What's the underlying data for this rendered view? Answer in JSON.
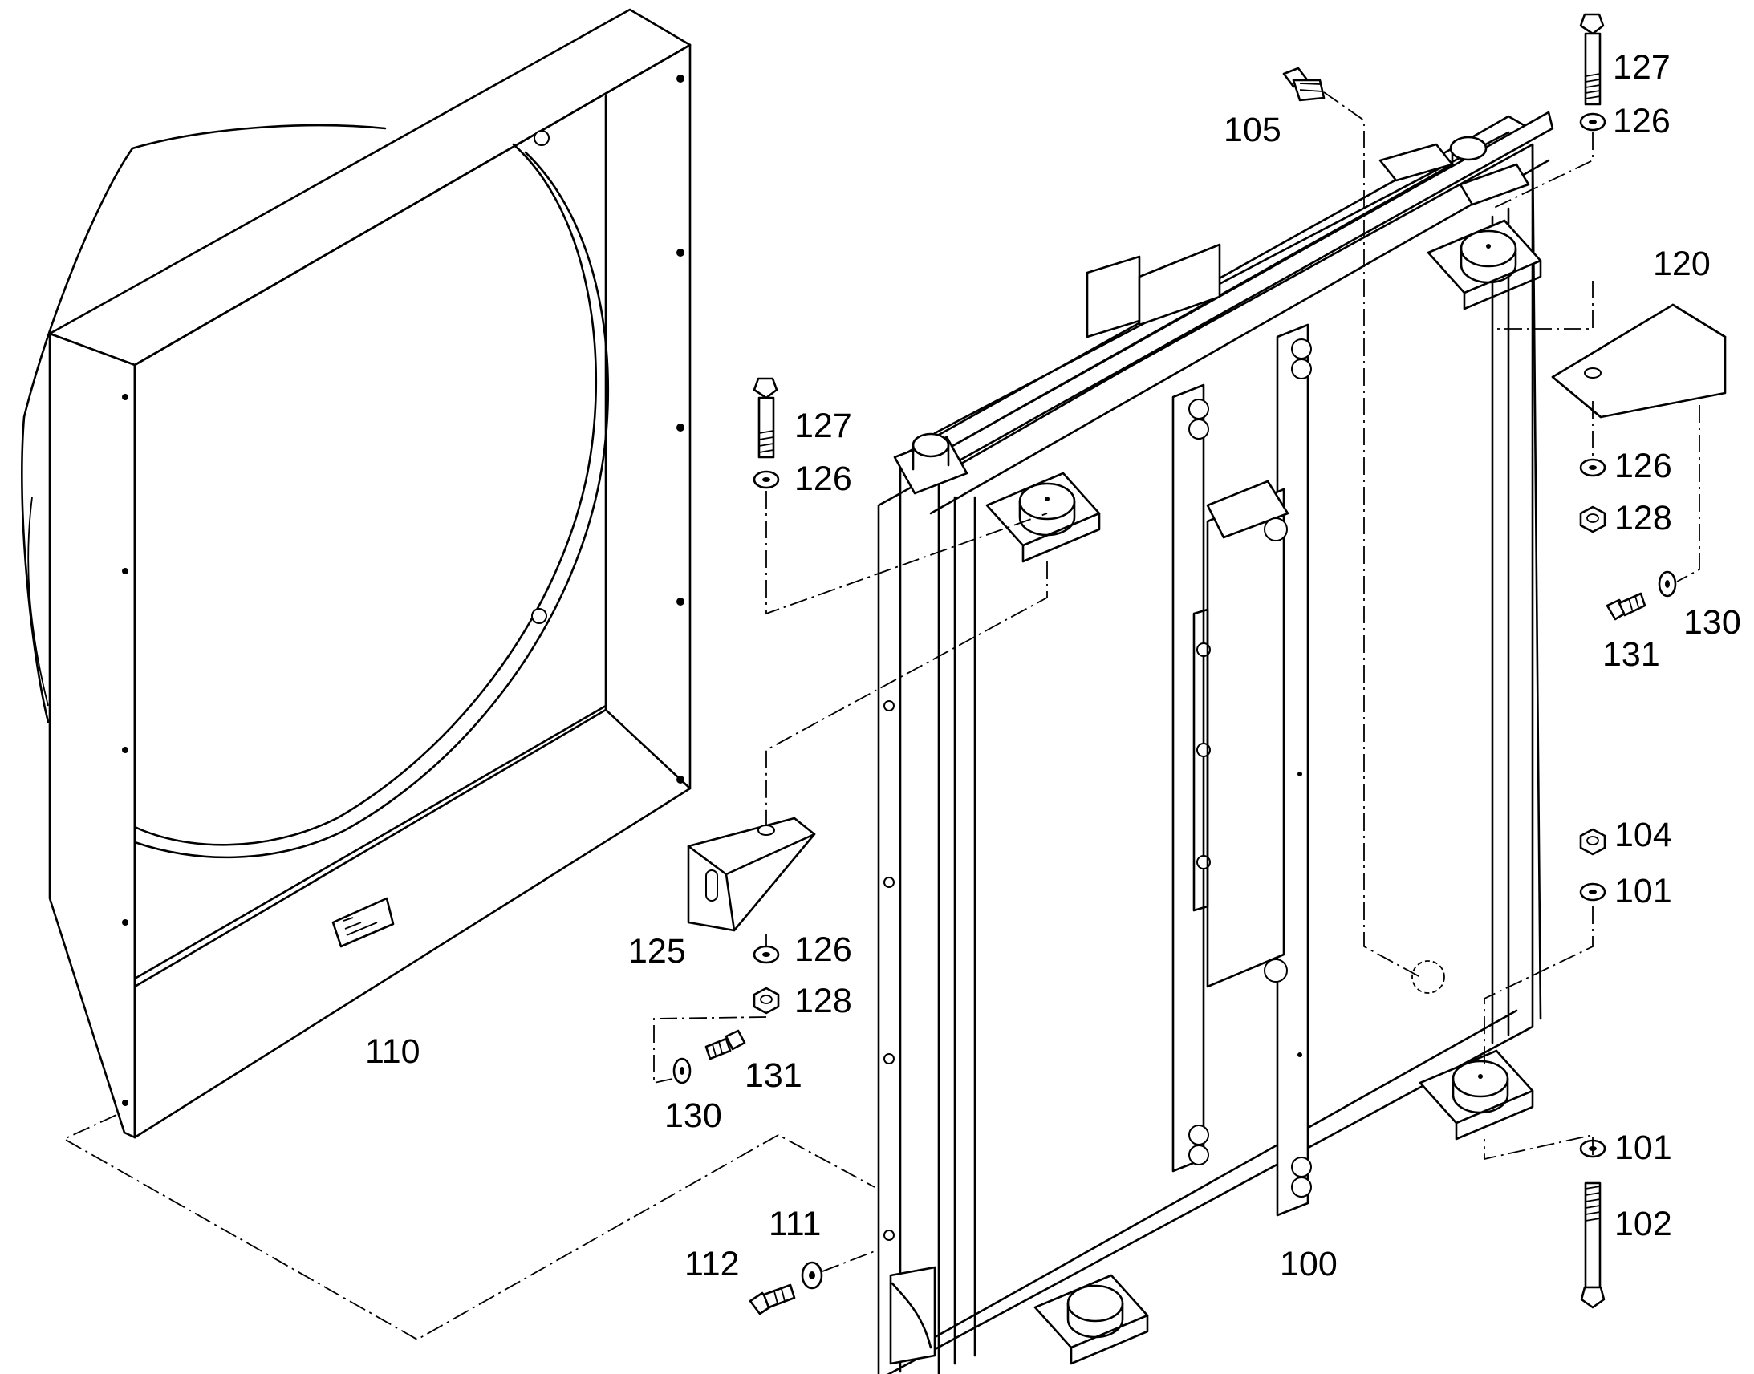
{
  "parts": [
    {
      "number": "127",
      "part": "bolt-top-right"
    },
    {
      "number": "126",
      "part": "washer-top-right"
    },
    {
      "number": "105",
      "part": "fitting-top"
    },
    {
      "number": "120",
      "part": "bracket-right"
    },
    {
      "number": "127",
      "part": "bolt-upper-left"
    },
    {
      "number": "126",
      "part": "washer-upper-left"
    },
    {
      "number": "126",
      "part": "washer-right-lower"
    },
    {
      "number": "128",
      "part": "nut-right"
    },
    {
      "number": "130",
      "part": "washer-right-small"
    },
    {
      "number": "131",
      "part": "screw-right"
    },
    {
      "number": "104",
      "part": "nut-lower-right"
    },
    {
      "number": "101",
      "part": "washer-lower-right-1"
    },
    {
      "number": "125",
      "part": "bracket-left"
    },
    {
      "number": "126",
      "part": "washer-left-lower"
    },
    {
      "number": "128",
      "part": "nut-left"
    },
    {
      "number": "110",
      "part": "fan-shroud"
    },
    {
      "number": "131",
      "part": "screw-left"
    },
    {
      "number": "130",
      "part": "washer-left-small"
    },
    {
      "number": "101",
      "part": "washer-lower-right-2"
    },
    {
      "number": "102",
      "part": "bolt-lower-right"
    },
    {
      "number": "111",
      "part": "washer-bottom"
    },
    {
      "number": "112",
      "part": "screw-bottom"
    },
    {
      "number": "100",
      "part": "radiator"
    }
  ]
}
